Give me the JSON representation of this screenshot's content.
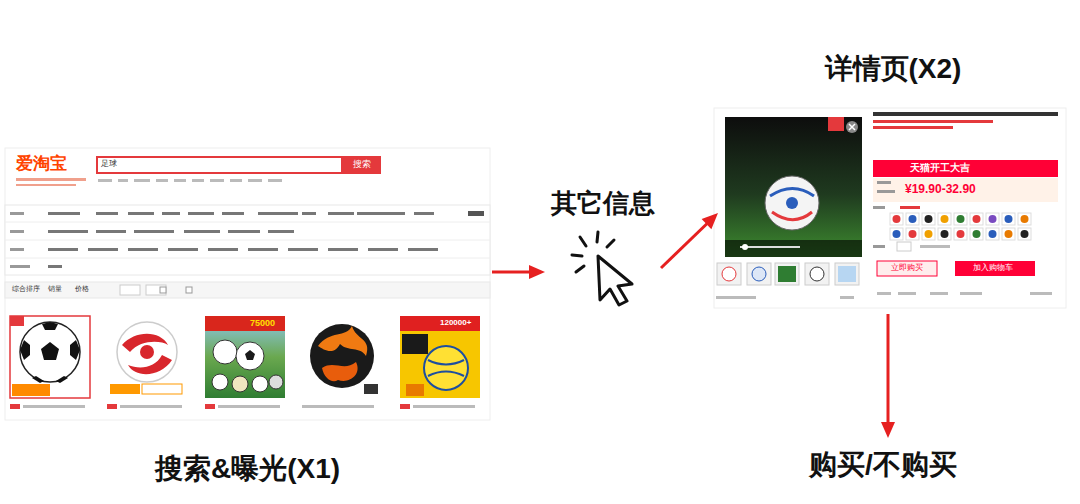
{
  "diagram": {
    "nodes": [
      {
        "text": [
          "搜索&曝光(X1)"
        ]
      },
      {
        "text": [
          "其它信息"
        ]
      },
      {
        "text": [
          "详情页(X2)"
        ]
      },
      {
        "text": [
          "购买/不购买"
        ]
      }
    ],
    "edges": [
      {
        "from": 0,
        "to": 1,
        "arrow": "to"
      },
      {
        "from": 1,
        "to": 2,
        "arrow": "to"
      },
      {
        "from": 2,
        "to": 3,
        "arrow": "to"
      }
    ],
    "labels": [
      "爱淘宝",
      "足球",
      "搜索",
      "综合排序",
      "销量",
      "价格",
      "75000",
      "120000+",
      "天猫开工大吉",
      "¥19.90-32.90",
      "立即购买",
      "加入购物车"
    ]
  }
}
